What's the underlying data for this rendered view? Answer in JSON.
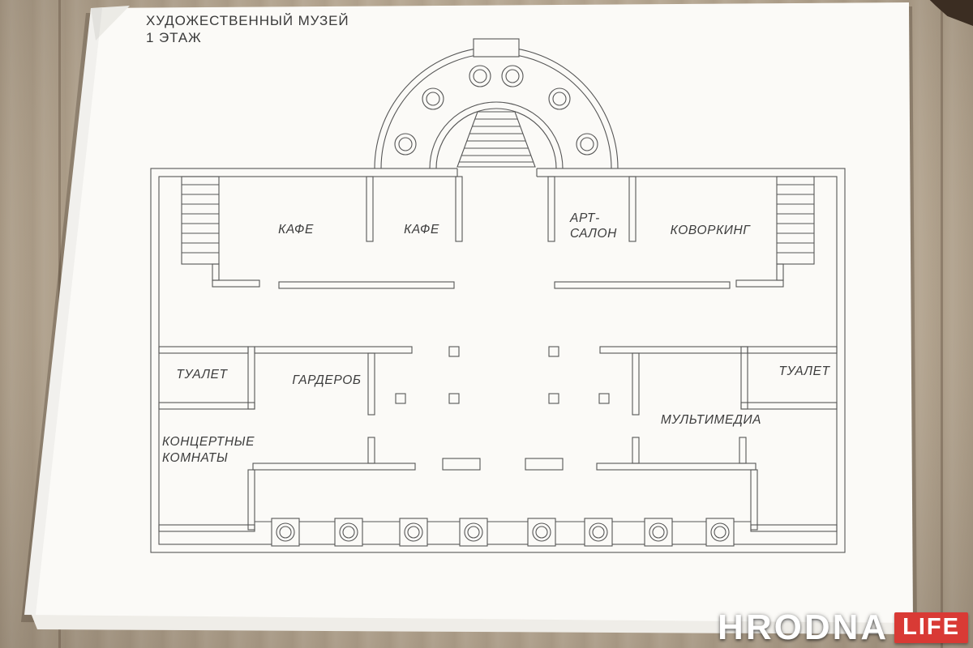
{
  "scene": {
    "table_color": "#b5a691",
    "paper_color": "#fbfaf7",
    "ink_color": "#565656"
  },
  "plan": {
    "title_line1": "ХУДОЖЕСТВЕННЫЙ МУЗЕЙ",
    "title_line2": "1 ЭТАЖ",
    "rooms": {
      "cafe_left": "КАФЕ",
      "cafe_right": "КАФЕ",
      "art_salon_line1": "АРТ-",
      "art_salon_line2": "САЛОН",
      "coworking": "КОВОРКИНГ",
      "toilet_left": "ТУАЛЕТ",
      "wardrobe": "ГАРДЕРОБ",
      "toilet_right": "ТУАЛЕТ",
      "multimedia": "МУЛЬТИМЕДИА",
      "concert_line1": "КОНЦЕРТНЫЕ",
      "concert_line2": "КОМНАТЫ"
    }
  },
  "watermark": {
    "brand": "HRODNA",
    "suffix": "LIFE",
    "suffix_bg": "#d93a35"
  }
}
